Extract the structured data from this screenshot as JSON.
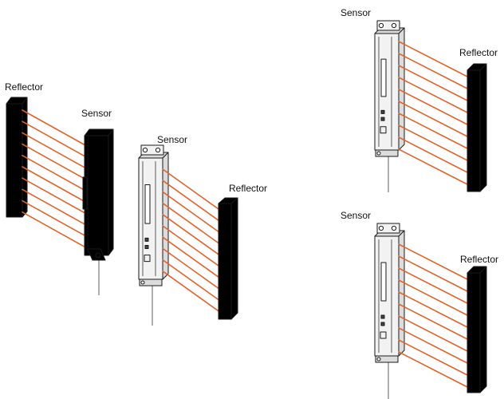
{
  "labels": {
    "sensor": "Sensor",
    "reflector": "Reflector"
  },
  "colors": {
    "beam": "#e0632a",
    "device_fill": "#f2f2f2",
    "device_dark": "#dcdcdc",
    "reflector_fill": "#efefef",
    "outline": "#1a1a1a"
  },
  "beams_per_unit": 10
}
